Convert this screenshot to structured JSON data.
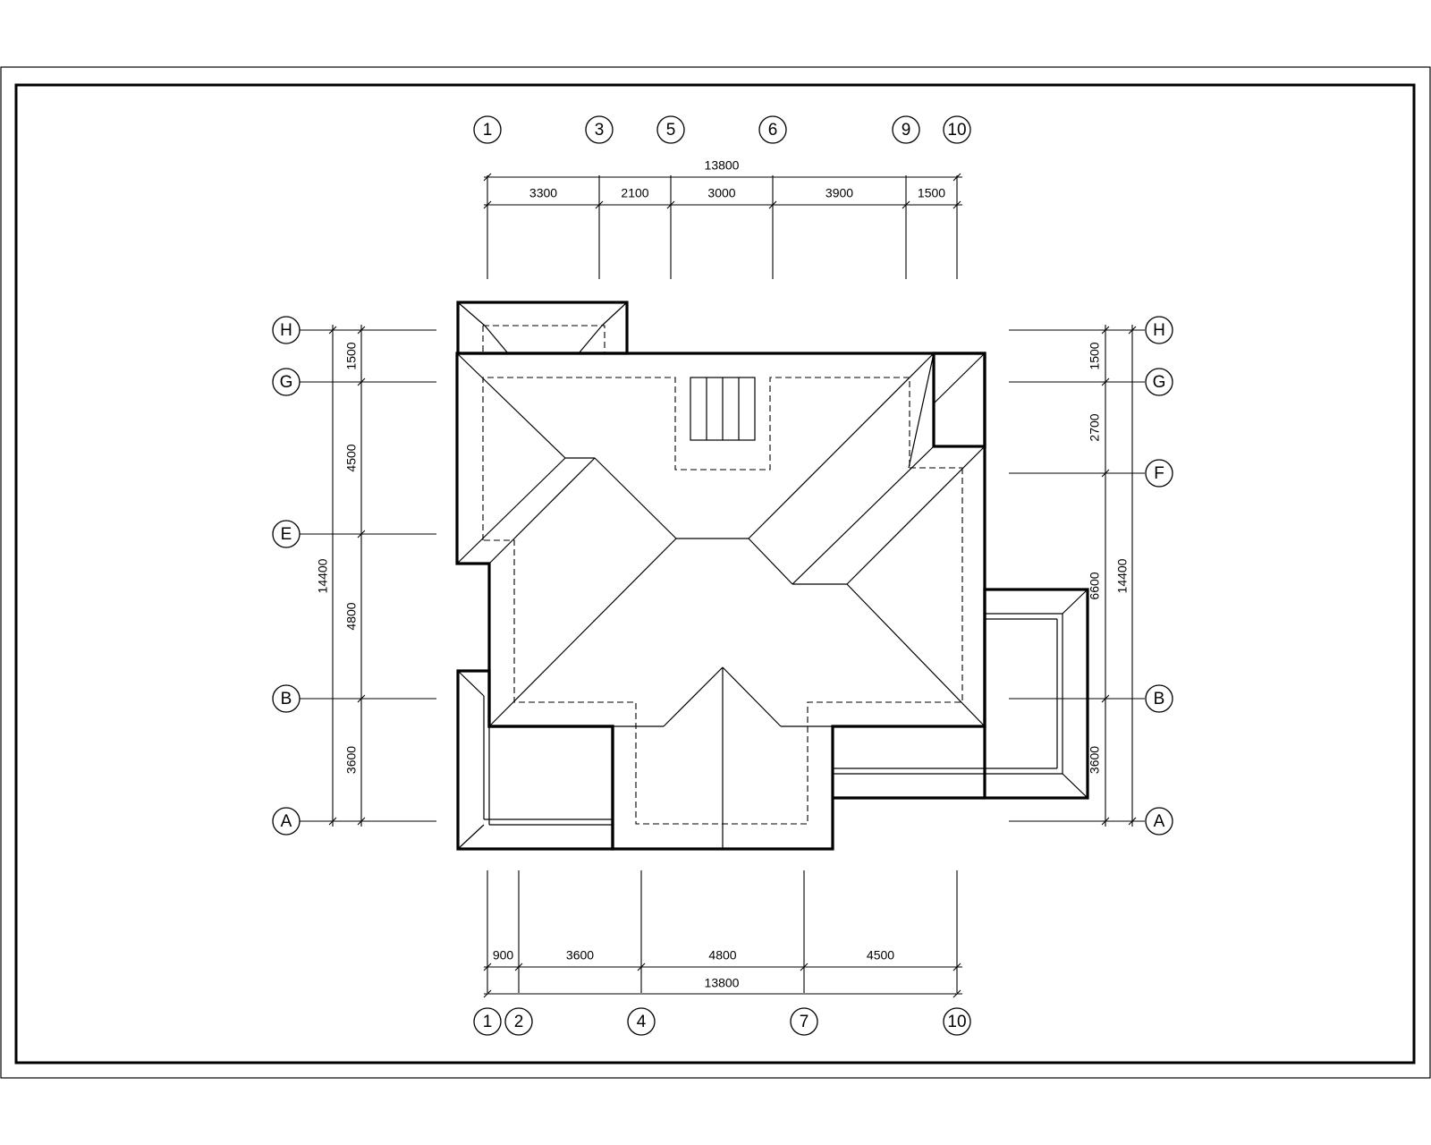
{
  "top": {
    "total": "13800",
    "dims": [
      "3300",
      "2100",
      "3000",
      "3900",
      "1500"
    ],
    "axes": [
      "1",
      "3",
      "5",
      "6",
      "9",
      "10"
    ]
  },
  "bottom": {
    "total": "13800",
    "dims": [
      "900",
      "3600",
      "4800",
      "4500"
    ],
    "axes": [
      "1",
      "2",
      "4",
      "7",
      "10"
    ]
  },
  "left": {
    "total": "14400",
    "dims": [
      "1500",
      "4500",
      "4800",
      "3600"
    ],
    "axes": [
      "H",
      "G",
      "E",
      "B",
      "A"
    ]
  },
  "right": {
    "total": "14400",
    "dims": [
      "1500",
      "2700",
      "6600",
      "3600"
    ],
    "axes": [
      "H",
      "G",
      "F",
      "B",
      "A"
    ]
  }
}
